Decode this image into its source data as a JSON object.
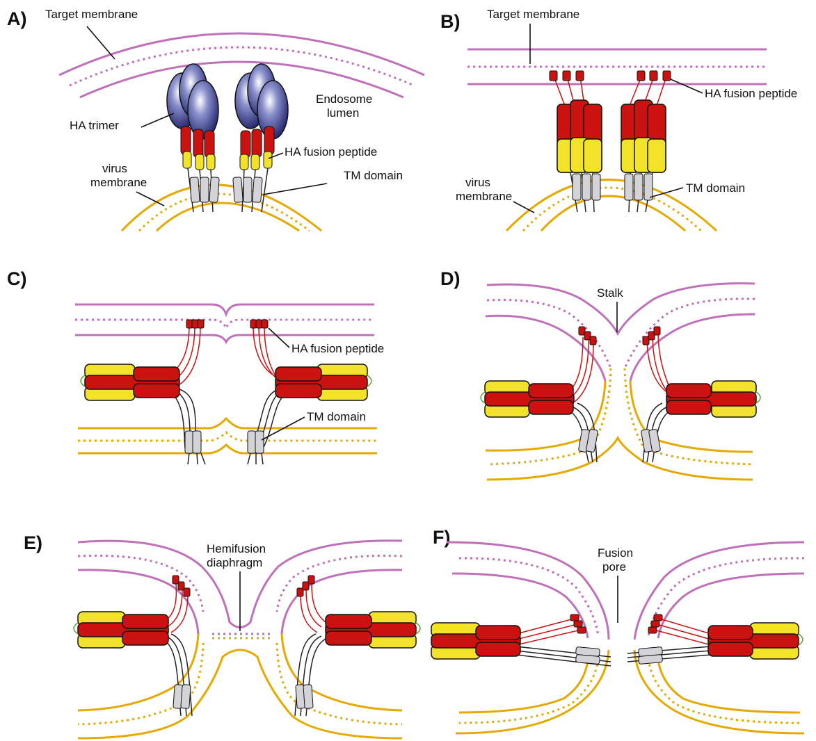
{
  "panels": {
    "a": {
      "letter": "A)",
      "target_membrane": "Target membrane",
      "endosome_lumen": [
        "Endosome",
        "lumen"
      ],
      "ha_trimer": "HA trimer",
      "ha_fusion_peptide": "HA fusion peptide",
      "virus_membrane": [
        "virus",
        "membrane"
      ],
      "tm_domain": "TM domain"
    },
    "b": {
      "letter": "B)",
      "target_membrane": "Target membrane",
      "ha_fusion_peptide": "HA fusion peptide",
      "virus_membrane": [
        "virus",
        "membrane"
      ],
      "tm_domain": "TM domain"
    },
    "c": {
      "letter": "C)",
      "ha_fusion_peptide": "HA fusion peptide",
      "tm_domain": "TM domain"
    },
    "d": {
      "letter": "D)",
      "stalk": "Stalk"
    },
    "e": {
      "letter": "E)",
      "hemifusion_diaphragm": [
        "Hemifusion",
        "diaphragm"
      ]
    },
    "f": {
      "letter": "F)",
      "fusion_pore": [
        "Fusion",
        "pore"
      ]
    }
  },
  "colors": {
    "target_membrane": "#c070b8",
    "virus_membrane": "#e5a900",
    "ha_head": "#2a2f7a",
    "ha_red": "#cc1111",
    "ha_yellow": "#f2e229",
    "tm_domain": "#d4d4d8"
  }
}
